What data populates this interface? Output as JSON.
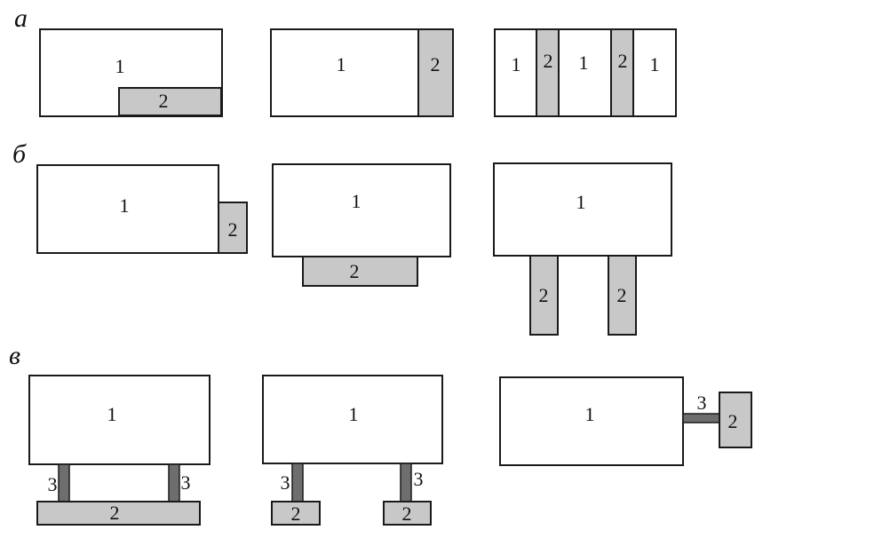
{
  "rows": [
    {
      "marker": "а",
      "groups": [
        {
          "labels": [
            "1",
            "2"
          ]
        },
        {
          "labels": [
            "1",
            "2"
          ]
        },
        {
          "labels": [
            "1",
            "2",
            "1",
            "2",
            "1"
          ]
        }
      ]
    },
    {
      "marker": "б",
      "groups": [
        {
          "labels": [
            "1",
            "2"
          ]
        },
        {
          "labels": [
            "1",
            "2"
          ]
        },
        {
          "labels": [
            "1",
            "2",
            "2"
          ]
        }
      ]
    },
    {
      "marker": "в",
      "groups": [
        {
          "labels": [
            "1",
            "2",
            "3",
            "3"
          ]
        },
        {
          "labels": [
            "1",
            "2",
            "2",
            "3",
            "3"
          ]
        },
        {
          "labels": [
            "1",
            "2",
            "3"
          ]
        }
      ]
    }
  ],
  "colors": {
    "block_main": "#ffffff",
    "block_extension": "#c8c8c8",
    "connector": "#6e6e6e",
    "outline": "#1a1a1a"
  }
}
